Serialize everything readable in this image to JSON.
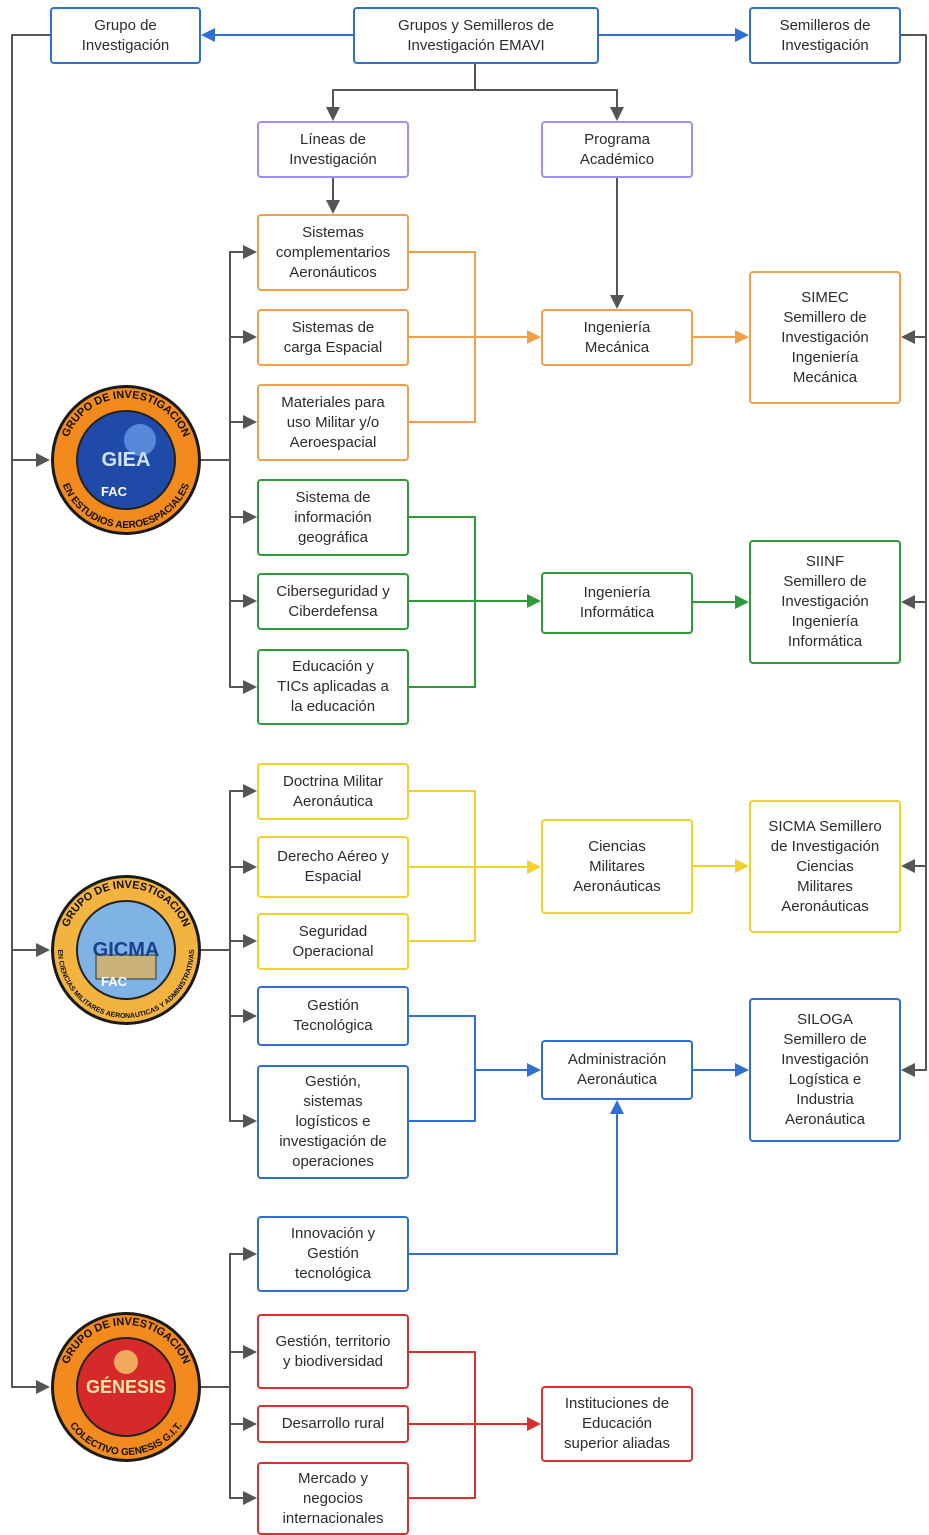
{
  "colors": {
    "blue": "#2f6fd0",
    "purple": "#a58cf0",
    "orange": "#f0a04a",
    "green": "#2e9a3a",
    "yellow": "#f2d12e",
    "red": "#d93030",
    "gray": "#555555"
  },
  "nodes": {
    "grupos_semilleros": "Grupos y Semilleros de\nInvestigación EMAVI",
    "grupo_investigacion": "Grupo de\nInvestigación",
    "semilleros_investigacion": "Semilleros de\nInvestigación",
    "lineas_investigacion": "Líneas de\nInvestigación",
    "programa_academico": "Programa\nAcadémico",
    "sistemas_complementarios": "Sistemas\ncomplementarios\nAeronáuticos",
    "sistemas_carga": "Sistemas de\ncarga Espacial",
    "materiales": "Materiales para\nuso Militar y/o\nAeroespacial",
    "sig": "Sistema de\ninformación\ngeográfica",
    "ciberseguridad": "Ciberseguridad y\nCiberdefensa",
    "educacion_tics": "Educación y\nTICs aplicadas a\nla educación",
    "doctrina": "Doctrina Militar\nAeronáutica",
    "derecho": "Derecho Aéreo y\nEspacial",
    "seguridad": "Seguridad\nOperacional",
    "gestion_tecnologica": "Gestión\nTecnológica",
    "gestion_sistemas": "Gestión,\nsistemas\nlogísticos e\ninvestigación de\noperaciones",
    "innovacion": "Innovación y\nGestión\ntecnológica",
    "gestion_territorio": "Gestión, territorio\ny biodiversidad",
    "desarrollo_rural": "Desarrollo rural",
    "mercado": "Mercado y\nnegocios\ninternacionales",
    "ing_mecanica": "Ingeniería\nMecánica",
    "ing_informatica": "Ingeniería\nInformática",
    "ciencias_militares": "Ciencias\nMilitares\nAeronáuticas",
    "administracion": "Administración\nAeronáutica",
    "instituciones": "Instituciones de\nEducación\nsuperior aliadas",
    "simec": "SIMEC\nSemillero de\nInvestigación\nIngeniería\nMecánica",
    "siinf": "SIINF\nSemillero de\nInvestigación\nIngeniería\nInformática",
    "sicma": "SICMA Semillero\nde Investigación\nCiencias\nMilitares\nAeronáuticas",
    "siloga": "SILOGA\nSemillero de\nInvestigación\nLogística e\nIndustria\nAeronáutica"
  },
  "logos": {
    "giea": {
      "top_text": "GRUPO DE INVESTIGACION",
      "bottom_text": "EN ESTUDIOS AEROESPACIALES",
      "center_text": "GIEA",
      "badge_text": "FAC"
    },
    "gicma": {
      "top_text": "GRUPO DE INVESTIGACION",
      "bottom_text": "EN CIENCIAS MILITARES AERONAUTICAS Y ADMINISTRATIVAS",
      "center_text": "GICMA",
      "badge_text": "FAC"
    },
    "genesis": {
      "top_text": "GRUPO DE INVESTIGACION",
      "bottom_text": "COLECTIVO GENESIS G.I.T.",
      "center_text": "GÉNESIS"
    }
  }
}
